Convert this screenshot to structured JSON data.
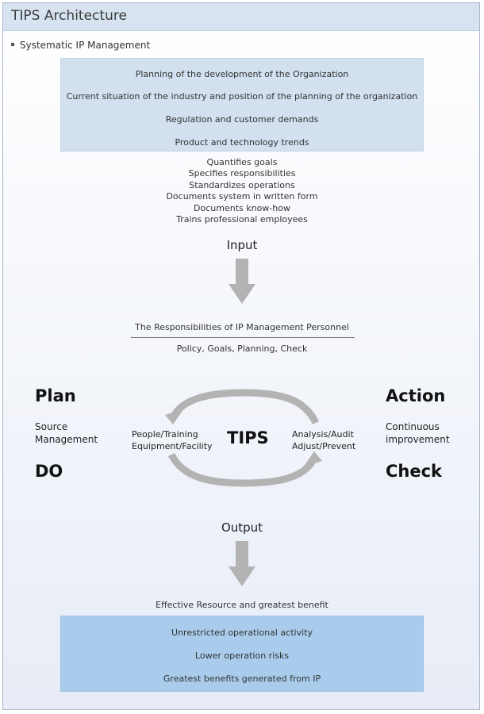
{
  "header": {
    "title": "TIPS Architecture"
  },
  "subtitle": "Systematic IP Management",
  "top_box": {
    "items": [
      "Planning of the development of the Organization",
      "Current situation of the industry and position of the planning of the organization",
      "Regulation and customer demands",
      "Product and technology trends"
    ]
  },
  "benefits_list": [
    "Quantifies goals",
    "Specifies responsibilities",
    "Standardizes operations",
    "Documents system in written form",
    "Documents know-how",
    "Trains professional employees"
  ],
  "input_label": "Input",
  "responsibilities": {
    "title": "The Responsibilities of IP Management Personnel",
    "items": "Policy, Goals, Planning, Check"
  },
  "cycle": {
    "plan": "Plan",
    "plan_desc_line1": "Source",
    "plan_desc_line2": "Management",
    "do": "DO",
    "action": "Action",
    "action_desc_line1": "Continuous",
    "action_desc_line2": "improvement",
    "check": "Check",
    "center": "TIPS",
    "left_line1": "People/Training",
    "left_line2": "Equipment/Facility",
    "right_line1": "Analysis/Audit",
    "right_line2": "Adjust/Prevent"
  },
  "output_label": "Output",
  "result_text": "Effective Resource and greatest benefit",
  "bottom_box": {
    "items": [
      "Unrestricted operational activity",
      "Lower operation risks",
      "Greatest benefits generated from IP"
    ]
  },
  "colors": {
    "header_bg": "#d7e3f1",
    "top_box_bg": "#d2e0f0",
    "bottom_box_bg": "#a9ccec",
    "arrow_gray": "#b3b3b3"
  }
}
